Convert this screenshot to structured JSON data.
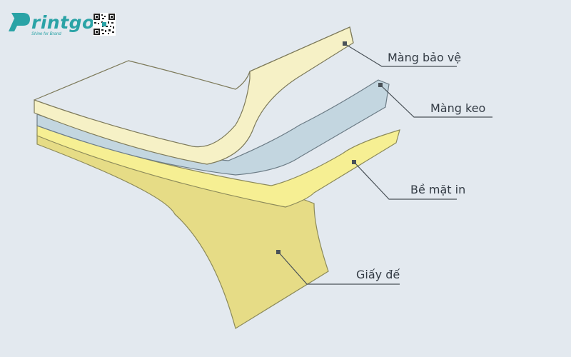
{
  "brand": {
    "name": "Printgo",
    "name_rest": "rintgo",
    "tagline": "Shine for Brand",
    "color": "#2aa3a6"
  },
  "labels": {
    "protective_film": "Màng bảo vệ",
    "adhesive_film": "Màng keo",
    "print_surface": "Bề mặt in",
    "backing_paper": "Giấy đế"
  },
  "colors": {
    "background": "#e3e9ef",
    "protective_film": "#f6f1c6",
    "adhesive_film": "#c3d6e0",
    "print_surface": "#f6ef93",
    "backing_paper": "#e6dc86",
    "leader_line": "#4a5258"
  }
}
